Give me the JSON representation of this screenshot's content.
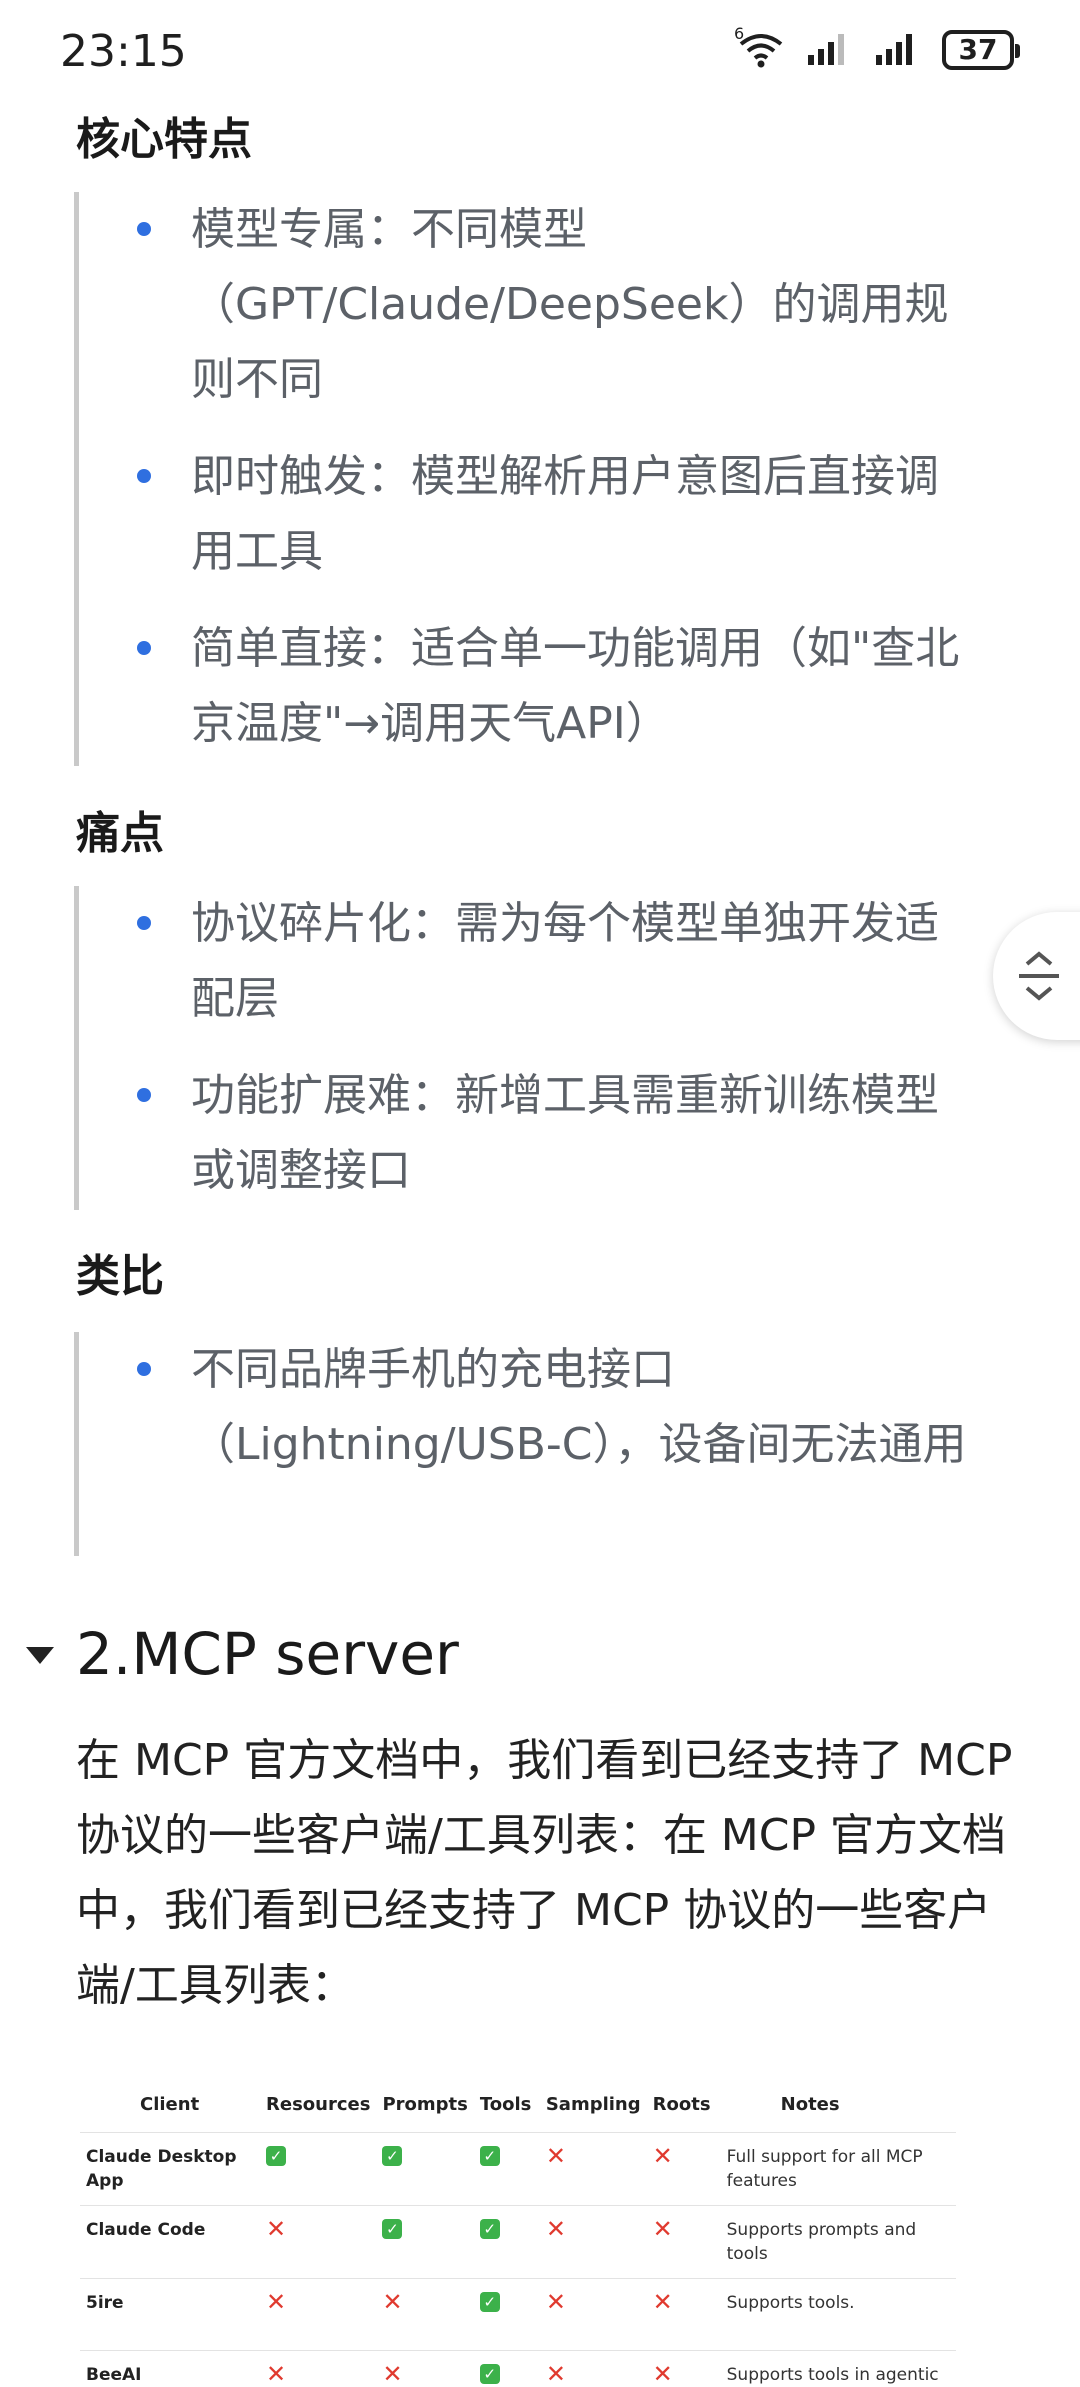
{
  "status_bar": {
    "time": "23:15",
    "battery": "37",
    "wifi_badge": "6"
  },
  "sections": [
    {
      "heading": "核心特点",
      "items": [
        "模型专属：不同模型（GPT/Claude/DeepSeek）的调用规则不同",
        "即时触发：模型解析用户意图后直接调用工具",
        "简单直接：适合单一功能调用（如\"查北京温度\"→调用天气API）"
      ]
    },
    {
      "heading": "痛点",
      "items": [
        "协议碎片化：需为每个模型单独开发适配层",
        "功能扩展难：新增工具需重新训练模型或调整接口"
      ]
    },
    {
      "heading": "类比",
      "items": [
        "不同品牌手机的充电接口（Lightning/USB-C），设备间无法通用"
      ]
    }
  ],
  "section2": {
    "title": "2.MCP server",
    "paragraph": "在 MCP 官方文档中，我们看到已经支持了 MCP 协议的一些客户端/工具列表：在 MCP 官方文档中，我们看到已经支持了 MCP 协议的一些客户端/工具列表："
  },
  "table": {
    "headers": [
      "Client",
      "Resources",
      "Prompts",
      "Tools",
      "Sampling",
      "Roots",
      "Notes"
    ],
    "rows": [
      {
        "client": "Claude Desktop App",
        "support": [
          "yes",
          "yes",
          "yes",
          "no",
          "no"
        ],
        "notes": "Full support for all MCP features"
      },
      {
        "client": "Claude Code",
        "support": [
          "no",
          "yes",
          "yes",
          "no",
          "no"
        ],
        "notes": "Supports prompts and tools"
      },
      {
        "client": "5ire",
        "support": [
          "no",
          "no",
          "yes",
          "no",
          "no"
        ],
        "notes": "Supports tools."
      },
      {
        "client": "BeeAI Framework",
        "support": [
          "no",
          "no",
          "yes",
          "no",
          "no"
        ],
        "notes": "Supports tools in agentic workflows."
      }
    ]
  }
}
